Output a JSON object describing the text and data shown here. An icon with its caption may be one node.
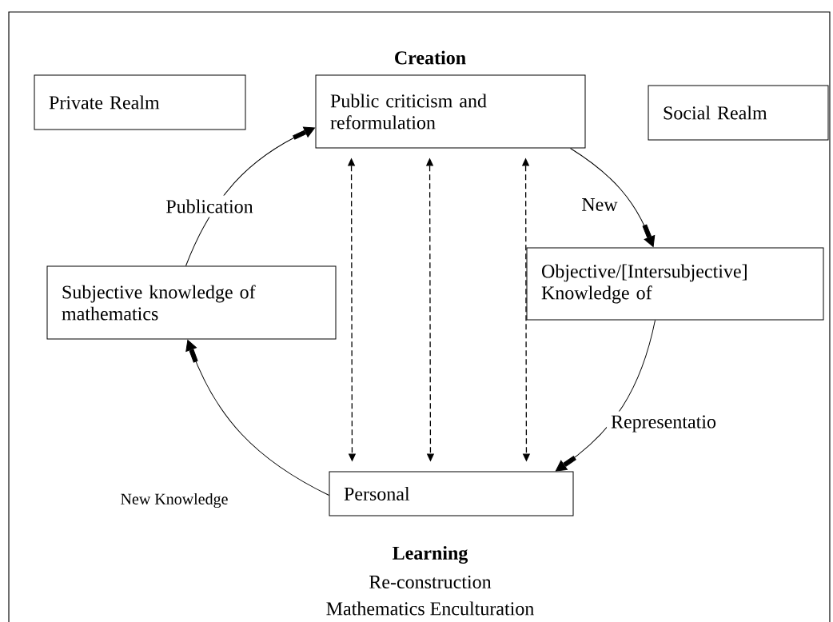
{
  "diagram": {
    "nodes": [
      {
        "text": [
          "Private Realm"
        ]
      },
      {
        "text": [
          "Public criticism and reformulation"
        ]
      },
      {
        "text": [
          "Social Realm"
        ]
      },
      {
        "text": [
          "Objective/[Intersubjective] Knowledge of"
        ]
      },
      {
        "text": [
          "Subjective knowledge of mathematics"
        ]
      },
      {
        "text": [
          "Personal"
        ]
      }
    ],
    "edges": [
      {
        "from": 4,
        "to": 1,
        "arrow": "to",
        "label": "Publication"
      },
      {
        "from": 1,
        "to": 3,
        "arrow": "to",
        "label": "New"
      },
      {
        "from": 3,
        "to": 5,
        "arrow": "to",
        "label": "Representatio"
      },
      {
        "from": 5,
        "to": 4,
        "arrow": "to"
      },
      {
        "from": 1,
        "to": 5,
        "arrow": "both",
        "style": "dashed"
      },
      {
        "from": 1,
        "to": 5,
        "arrow": "both",
        "style": "dashed"
      },
      {
        "from": 1,
        "to": 5,
        "arrow": "both",
        "style": "dashed"
      }
    ],
    "labels": [
      "Creation",
      "New Knowledge",
      "Learning",
      "Re-construction",
      "Mathematics Enculturation"
    ]
  }
}
